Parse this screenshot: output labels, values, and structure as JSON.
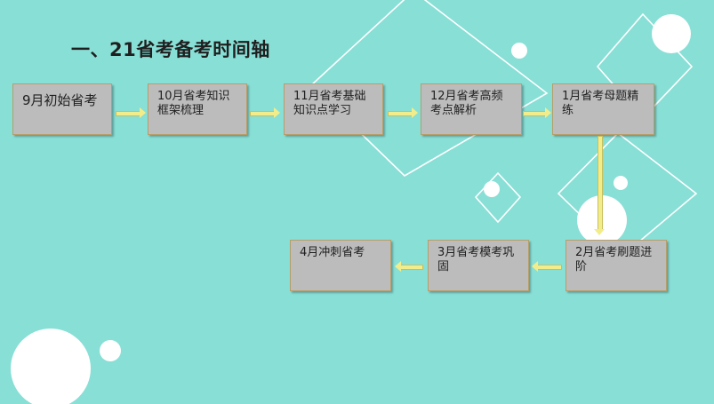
{
  "title": "一、21省考备考时间轴",
  "steps": [
    {
      "label": "9月初始省考"
    },
    {
      "label": "10月省考知识框架梳理"
    },
    {
      "label": "11月省考基础知识点学习"
    },
    {
      "label": "12月省考高频考点解析"
    },
    {
      "label": "1月省考母题精练"
    },
    {
      "label": "2月省考刷题进阶"
    },
    {
      "label": "3月省考模考巩固"
    },
    {
      "label": "4月冲刺省考"
    }
  ],
  "colors": {
    "background": "#88dfd6",
    "box_fill": "#bdbcbc",
    "box_border": "#b69e6a",
    "arrow": "#f2ed8a"
  }
}
